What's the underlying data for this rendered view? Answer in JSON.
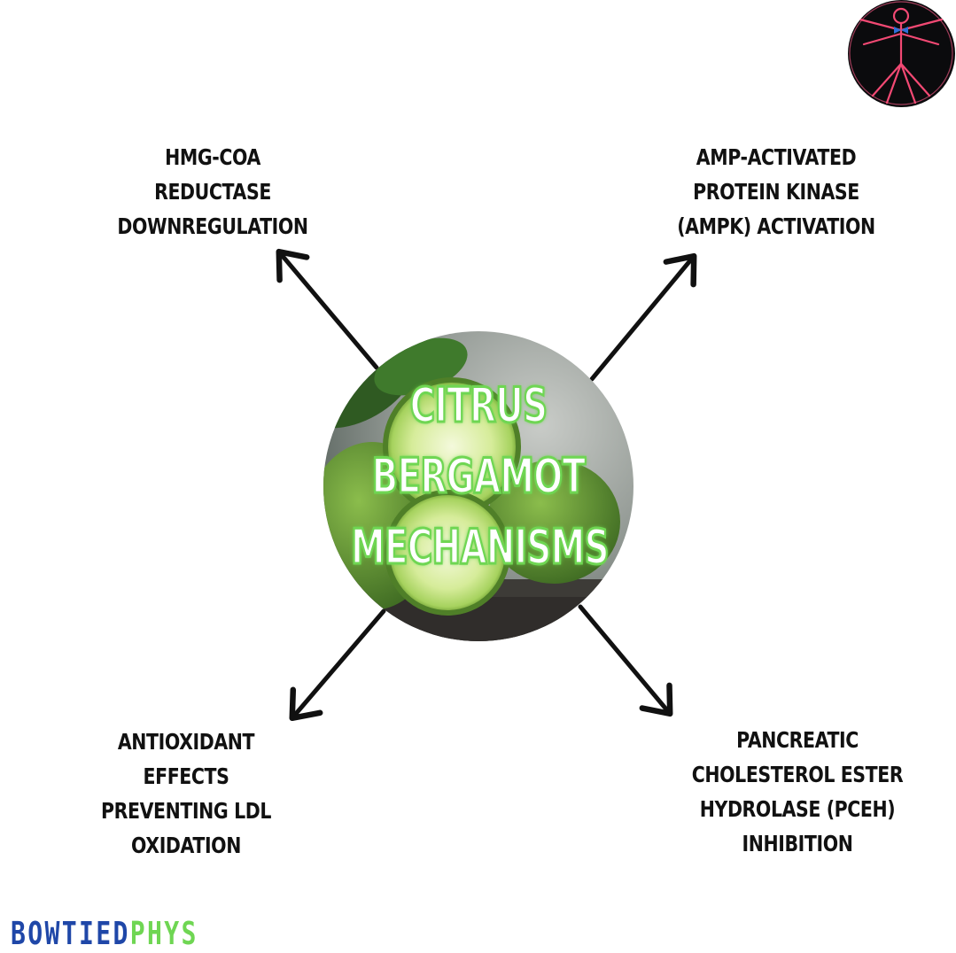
{
  "center": {
    "title_lines": [
      "CITRUS",
      "BERGAMOT",
      "MECHANISMS"
    ]
  },
  "mechanisms": [
    {
      "id": "hmg",
      "lines": [
        "HMG-COA",
        "REDUCTASE",
        "DOWNREGULATION"
      ]
    },
    {
      "id": "ampk",
      "lines": [
        "AMP-ACTIVATED",
        "PROTEIN KINASE",
        "(AMPK) ACTIVATION"
      ]
    },
    {
      "id": "antiox",
      "lines": [
        "ANTIOXIDANT",
        "EFFECTS",
        "PREVENTING LDL",
        "OXIDATION"
      ]
    },
    {
      "id": "pceh",
      "lines": [
        "PANCREATIC",
        "CHOLESTEROL ESTER",
        "HYDROLASE (PCEH)",
        "INHIBITION"
      ]
    }
  ],
  "brand": {
    "part1": "BOWTIED",
    "part2": "PHYS"
  },
  "colors": {
    "accent_green": "#6fd653",
    "brand_blue": "#1f47a8",
    "arrow": "#111111",
    "text": "#111111"
  },
  "icons": {
    "avatar": "vitruvian-man-icon",
    "center_image": "bergamot-fruit-photo"
  }
}
